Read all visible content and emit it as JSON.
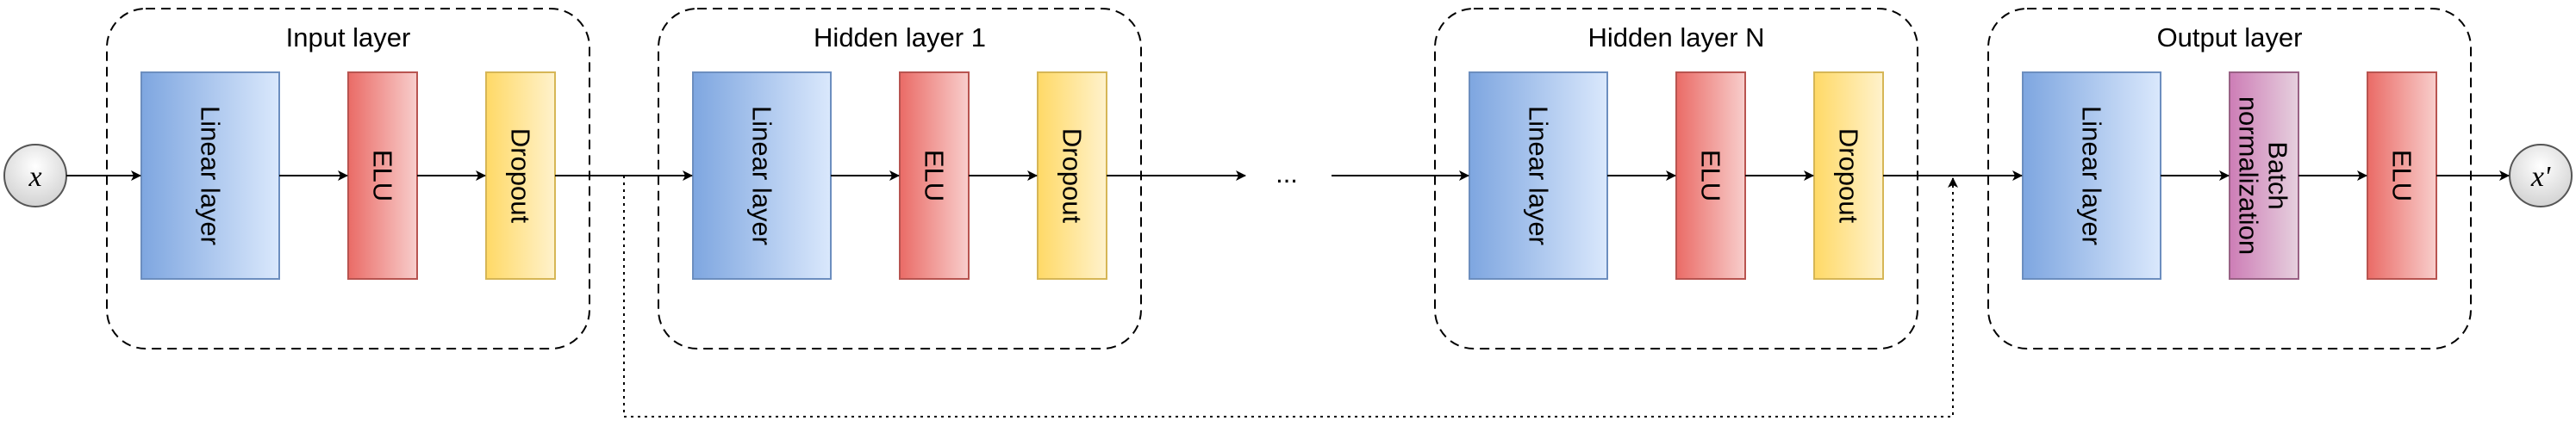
{
  "nodes": {
    "input": "x",
    "output": "x'"
  },
  "groups": {
    "input": {
      "title": "Input layer",
      "blocks": [
        "Linear layer",
        "ELU",
        "Dropout"
      ]
    },
    "hidden1": {
      "title": "Hidden layer 1",
      "blocks": [
        "Linear layer",
        "ELU",
        "Dropout"
      ]
    },
    "hiddenN": {
      "title": "Hidden layer N",
      "blocks": [
        "Linear layer",
        "ELU",
        "Dropout"
      ]
    },
    "output": {
      "title": "Output layer",
      "blocks": [
        "Linear layer",
        "Batch",
        "normalization",
        "ELU"
      ]
    }
  },
  "ellipsis": "...",
  "colors": {
    "linear_start": "#7ea6e0",
    "linear_end": "#dae8fc",
    "linear_stroke": "#6c8ebf",
    "elu_start": "#ea6b66",
    "elu_end": "#f8cecc",
    "elu_stroke": "#b85450",
    "dropout_start": "#ffd966",
    "dropout_end": "#fff2cc",
    "dropout_stroke": "#d6b656",
    "batchnorm_start": "#cd7db6",
    "batchnorm_end": "#e6d0de",
    "batchnorm_stroke": "#996185",
    "node_fill": "#e0e0e0",
    "line": "#000000"
  }
}
